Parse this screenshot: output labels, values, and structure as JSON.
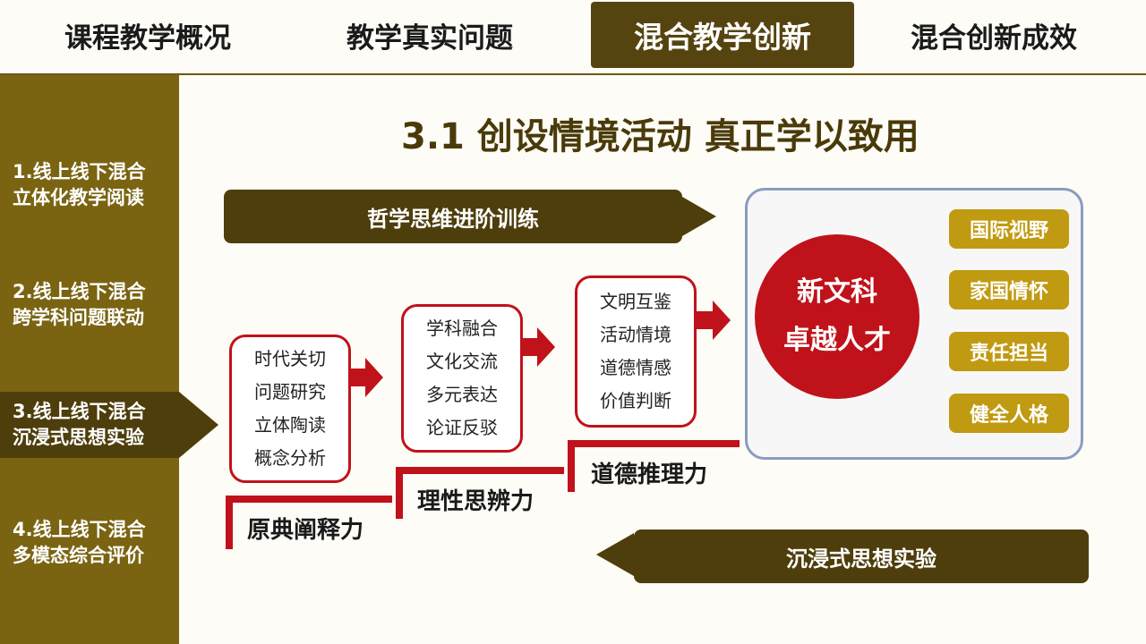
{
  "tabs": [
    {
      "label": "课程教学概况",
      "active": false
    },
    {
      "label": "教学真实问题",
      "active": false
    },
    {
      "label": "混合教学创新",
      "active": true
    },
    {
      "label": "混合创新成效",
      "active": false
    }
  ],
  "sidebar": {
    "items": [
      {
        "line1": "1.线上线下混合",
        "line2": "立体化教学阅读",
        "active": false
      },
      {
        "line1": "2.线上线下混合",
        "line2": "跨学科问题联动",
        "active": false
      },
      {
        "line1": "3.线上线下混合",
        "line2": "沉浸式思想实验",
        "active": true
      },
      {
        "line1": "4.线上线下混合",
        "line2": "多模态综合评价",
        "active": false
      }
    ]
  },
  "main": {
    "title": "3.1 创设情境活动  真正学以致用",
    "top_banner": "哲学思维进阶训练",
    "bottom_banner": "沉浸式思想实验",
    "boxes": [
      {
        "lines": [
          "时代关切",
          "问题研究",
          "立体陶读",
          "概念分析"
        ]
      },
      {
        "lines": [
          "学科融合",
          "文化交流",
          "多元表达",
          "论证反驳"
        ]
      },
      {
        "lines": [
          "文明互鉴",
          "活动情境",
          "道德情感",
          "价值判断"
        ]
      }
    ],
    "steps": [
      "原典阐释力",
      "理性思辨力",
      "道德推理力"
    ],
    "core": {
      "line1": "新文科",
      "line2": "卓越人才"
    },
    "outcomes": [
      "国际视野",
      "家国情怀",
      "责任担当",
      "健全人格"
    ]
  },
  "colors": {
    "brown_dark": "#4e3e0c",
    "brown_sidebar": "#7a6412",
    "red": "#c0121a",
    "gold": "#c09a10"
  }
}
